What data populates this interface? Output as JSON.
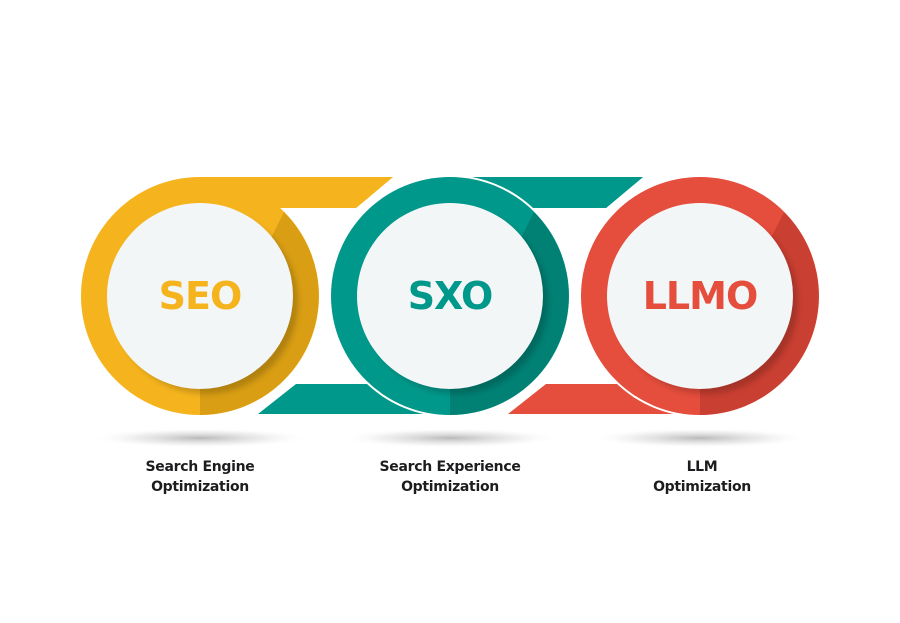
{
  "diagram": {
    "title": "",
    "steps": [
      {
        "acronym": "SEO",
        "caption_line1": "Search Engine",
        "caption_line2": "Optimization",
        "color": "#F5B41E",
        "shade": "#D39A12"
      },
      {
        "acronym": "SXO",
        "caption_line1": "Search Experience",
        "caption_line2": "Optimization",
        "color": "#00988A",
        "shade": "#007C70"
      },
      {
        "acronym": "LLMO",
        "caption_line1": "LLM",
        "caption_line2": "Optimization",
        "color": "#E54D3C",
        "shade": "#C43D2F"
      }
    ],
    "inner_circle_color": "#F3F6F7",
    "background": "#FFFFFF"
  }
}
